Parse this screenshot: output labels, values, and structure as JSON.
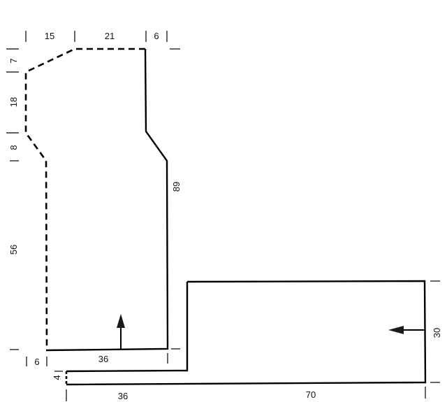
{
  "pattern": {
    "sleeve_piece": {
      "dimensions": {
        "top_left": "15",
        "top_middle": "21",
        "top_right": "6",
        "left_upper": "7",
        "left_armhole": "18",
        "left_lower": "8",
        "left_length": "56",
        "right_length": "89",
        "bottom_offset": "6",
        "bottom_width": "36"
      },
      "grain_direction": "up"
    },
    "body_piece": {
      "dimensions": {
        "left_height": "4",
        "bottom_left": "36",
        "bottom_right": "70",
        "right_height": "30"
      },
      "grain_direction": "left"
    }
  }
}
